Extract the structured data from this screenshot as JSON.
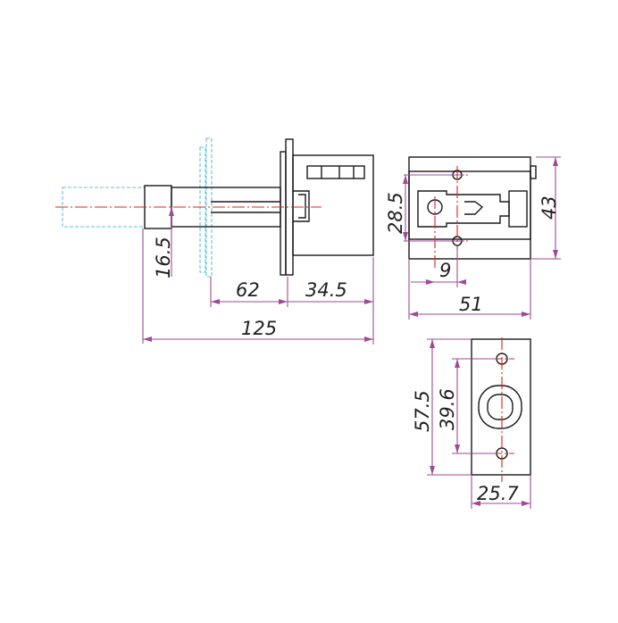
{
  "dimensions": {
    "backset_bolt_height": "16.5",
    "length_62": "62",
    "length_34_5": "34.5",
    "total_length": "125",
    "hole_spacing_side": "28.5",
    "body_height": "43",
    "hole_offset": "9",
    "body_width": "51",
    "strike_height": "57.5",
    "strike_hole_spacing": "39.6",
    "strike_width": "25.7"
  },
  "colors": {
    "object_line": "#1a1a1a",
    "dimension_line": "#a04a96",
    "phantom_line": "#60c4dc",
    "center_line": "#e02020"
  }
}
